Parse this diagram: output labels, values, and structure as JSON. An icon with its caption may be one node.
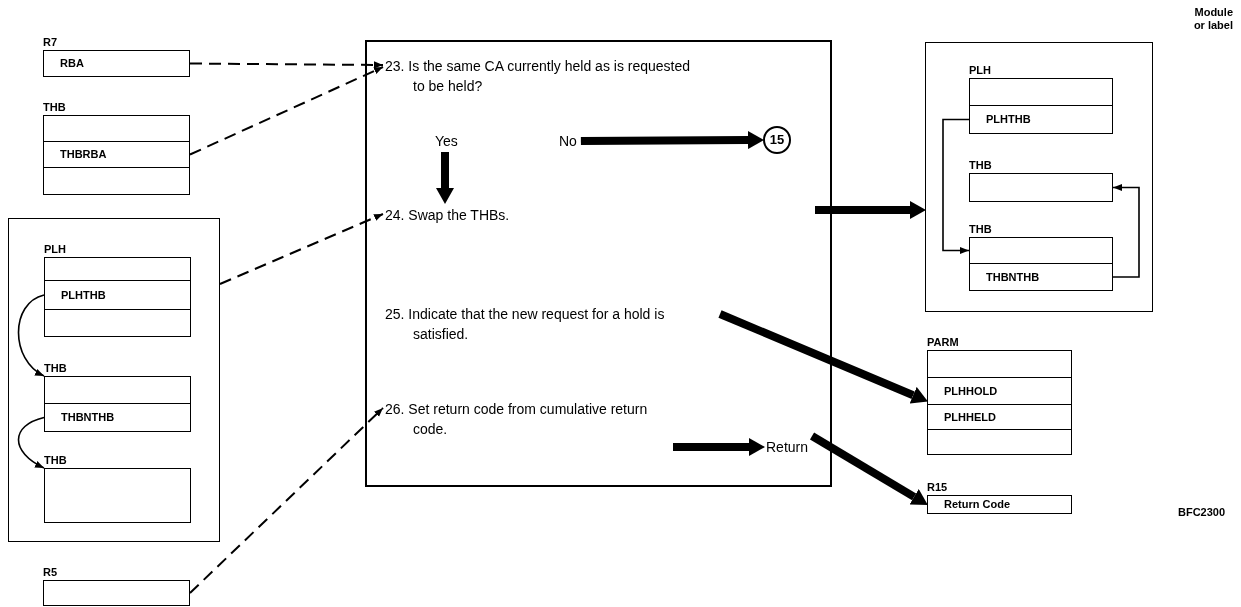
{
  "diagram": {
    "nodes": [
      {
        "text": [
          "R7"
        ]
      },
      {
        "text": [
          "RBA"
        ],
        "in": 0
      },
      {
        "text": [
          "THB"
        ]
      },
      {
        "text": [],
        "shape": "box",
        "in": 2
      },
      {
        "text": [
          "THBRBA"
        ],
        "in": 2
      },
      {
        "text": [],
        "shape": "box",
        "in": 2
      },
      {
        "text": [],
        "shape": "box"
      },
      {
        "text": [
          "PLH"
        ],
        "in": 6
      },
      {
        "text": [],
        "shape": "box",
        "in": 7
      },
      {
        "text": [
          "PLHTHB"
        ],
        "in": 7
      },
      {
        "text": [],
        "shape": "box",
        "in": 7
      },
      {
        "text": [
          "THB"
        ],
        "in": 6
      },
      {
        "text": [],
        "shape": "box",
        "in": 11
      },
      {
        "text": [
          "THBNTHB"
        ],
        "in": 11
      },
      {
        "text": [
          "THB"
        ],
        "in": 6
      },
      {
        "text": [],
        "shape": "box",
        "in": 14
      },
      {
        "text": [
          "R5"
        ]
      },
      {
        "text": [],
        "shape": "box",
        "in": 16
      },
      {
        "text": [],
        "shape": "box"
      },
      {
        "text": [
          "23. Is the same CA currently held as is requested to be held?"
        ],
        "in": 18
      },
      {
        "text": [
          "Yes"
        ],
        "in": 18
      },
      {
        "text": [
          "No"
        ],
        "in": 18
      },
      {
        "text": [
          "15"
        ],
        "in": 18
      },
      {
        "text": [
          "24. Swap the THBs."
        ],
        "in": 18
      },
      {
        "text": [
          "25. Indicate that the new request for a hold is satisfied."
        ],
        "in": 18
      },
      {
        "text": [
          "26. Set return code from cumulative return code."
        ],
        "in": 18
      },
      {
        "text": [
          "Return"
        ],
        "in": 18
      },
      {
        "text": [],
        "shape": "box"
      },
      {
        "text": [
          "PLH"
        ],
        "in": 27
      },
      {
        "text": [],
        "shape": "box",
        "in": 28
      },
      {
        "text": [
          "PLHTHB"
        ],
        "in": 28
      },
      {
        "text": [
          "THB"
        ],
        "in": 27
      },
      {
        "text": [],
        "shape": "box",
        "in": 31
      },
      {
        "text": [
          "THB"
        ],
        "in": 27
      },
      {
        "text": [],
        "shape": "box",
        "in": 33
      },
      {
        "text": [
          "THBNTHB"
        ],
        "in": 33
      },
      {
        "text": [
          "PARM"
        ]
      },
      {
        "text": [],
        "shape": "box",
        "in": 36
      },
      {
        "text": [
          "PLHHOLD"
        ],
        "in": 36
      },
      {
        "text": [
          "PLHHELD"
        ],
        "in": 36
      },
      {
        "text": [],
        "shape": "box",
        "in": 36
      },
      {
        "text": [
          "R15"
        ]
      },
      {
        "text": [
          "Return Code"
        ],
        "in": 41
      }
    ],
    "edges": [
      {
        "from": 1,
        "to": 19,
        "arrow": "to",
        "style": "dashed"
      },
      {
        "from": 4,
        "to": 19,
        "arrow": "to",
        "style": "dashed"
      },
      {
        "from": 6,
        "to": 23,
        "arrow": "to",
        "style": "dashed"
      },
      {
        "from": 17,
        "to": 25,
        "arrow": "to",
        "style": "dashed"
      },
      {
        "from": 9,
        "to": 12,
        "arrow": "to"
      },
      {
        "from": 13,
        "to": 15,
        "arrow": "to"
      },
      {
        "from": 20,
        "to": 23,
        "arrow": "to",
        "style": "thick"
      },
      {
        "from": 21,
        "to": 22,
        "arrow": "to",
        "style": "thick"
      },
      {
        "from": null,
        "to": 26,
        "arrow": "to",
        "style": "thick"
      },
      {
        "from": null,
        "to": 27,
        "arrow": "to",
        "style": "thick"
      },
      {
        "from": 24,
        "to": 38,
        "arrow": "to",
        "style": "thick"
      },
      {
        "from": 26,
        "to": 42,
        "arrow": "to",
        "style": "thick"
      },
      {
        "from": 30,
        "to": 34,
        "arrow": "to"
      },
      {
        "from": 35,
        "to": 32,
        "arrow": "to"
      }
    ],
    "labels": [
      "Module or label",
      "BFC2300"
    ]
  }
}
